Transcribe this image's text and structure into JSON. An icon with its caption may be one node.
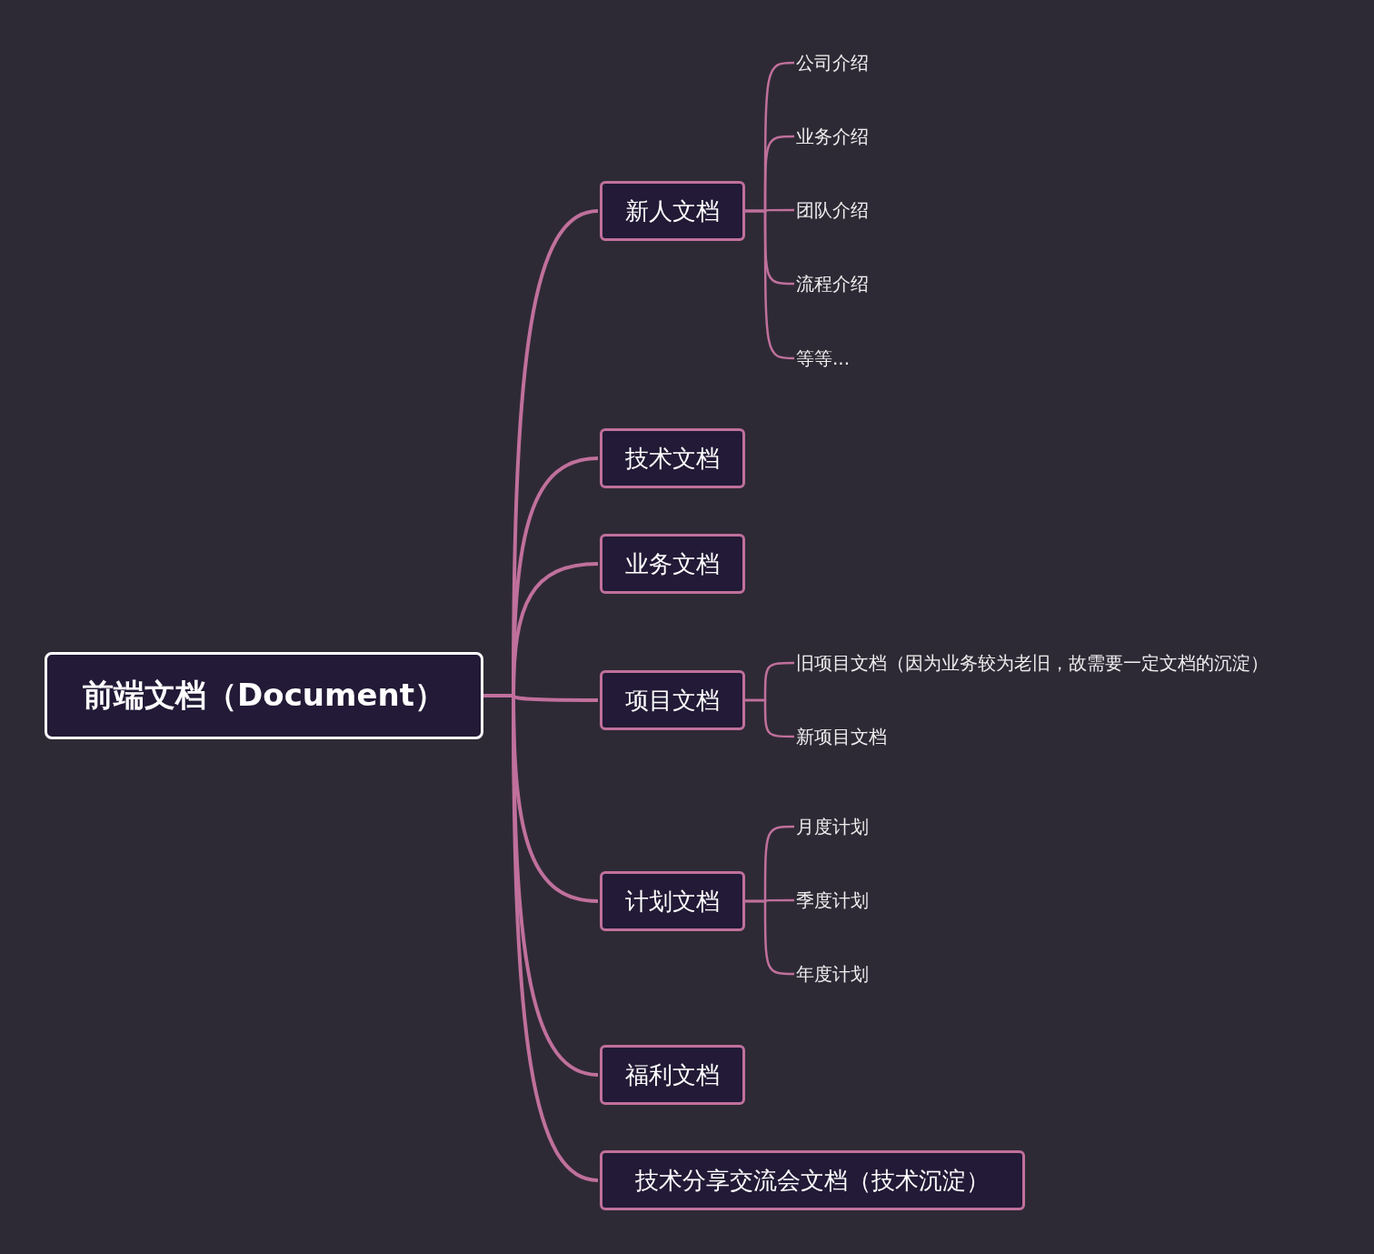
{
  "diagram": {
    "nodes": [
      {
        "text": [
          "前端文档（Document）"
        ]
      },
      {
        "text": [
          "新人文档"
        ]
      },
      {
        "text": [
          "公司介绍"
        ]
      },
      {
        "text": [
          "业务介绍"
        ]
      },
      {
        "text": [
          "团队介绍"
        ]
      },
      {
        "text": [
          "流程介绍"
        ]
      },
      {
        "text": [
          "等等..."
        ]
      },
      {
        "text": [
          "技术文档"
        ]
      },
      {
        "text": [
          "业务文档"
        ]
      },
      {
        "text": [
          "项目文档"
        ]
      },
      {
        "text": [
          "旧项目文档（因为业务较为老旧，故需要一定文档的沉淀）"
        ]
      },
      {
        "text": [
          "新项目文档"
        ]
      },
      {
        "text": [
          "计划文档"
        ]
      },
      {
        "text": [
          "月度计划"
        ]
      },
      {
        "text": [
          "季度计划"
        ]
      },
      {
        "text": [
          "年度计划"
        ]
      },
      {
        "text": [
          "福利文档"
        ]
      },
      {
        "text": [
          "技术分享交流会文档（技术沉淀）"
        ]
      }
    ],
    "edges": [
      {
        "from": 0,
        "to": 1,
        "arrow": "none"
      },
      {
        "from": 0,
        "to": 7,
        "arrow": "none"
      },
      {
        "from": 0,
        "to": 8,
        "arrow": "none"
      },
      {
        "from": 0,
        "to": 9,
        "arrow": "none"
      },
      {
        "from": 0,
        "to": 12,
        "arrow": "none"
      },
      {
        "from": 0,
        "to": 16,
        "arrow": "none"
      },
      {
        "from": 0,
        "to": 17,
        "arrow": "none"
      },
      {
        "from": 1,
        "to": 2,
        "arrow": "none"
      },
      {
        "from": 1,
        "to": 3,
        "arrow": "none"
      },
      {
        "from": 1,
        "to": 4,
        "arrow": "none"
      },
      {
        "from": 1,
        "to": 5,
        "arrow": "none"
      },
      {
        "from": 1,
        "to": 6,
        "arrow": "none"
      },
      {
        "from": 9,
        "to": 10,
        "arrow": "none"
      },
      {
        "from": 9,
        "to": 11,
        "arrow": "none"
      },
      {
        "from": 12,
        "to": 13,
        "arrow": "none"
      },
      {
        "from": 12,
        "to": 14,
        "arrow": "none"
      },
      {
        "from": 12,
        "to": 15,
        "arrow": "none"
      }
    ]
  }
}
